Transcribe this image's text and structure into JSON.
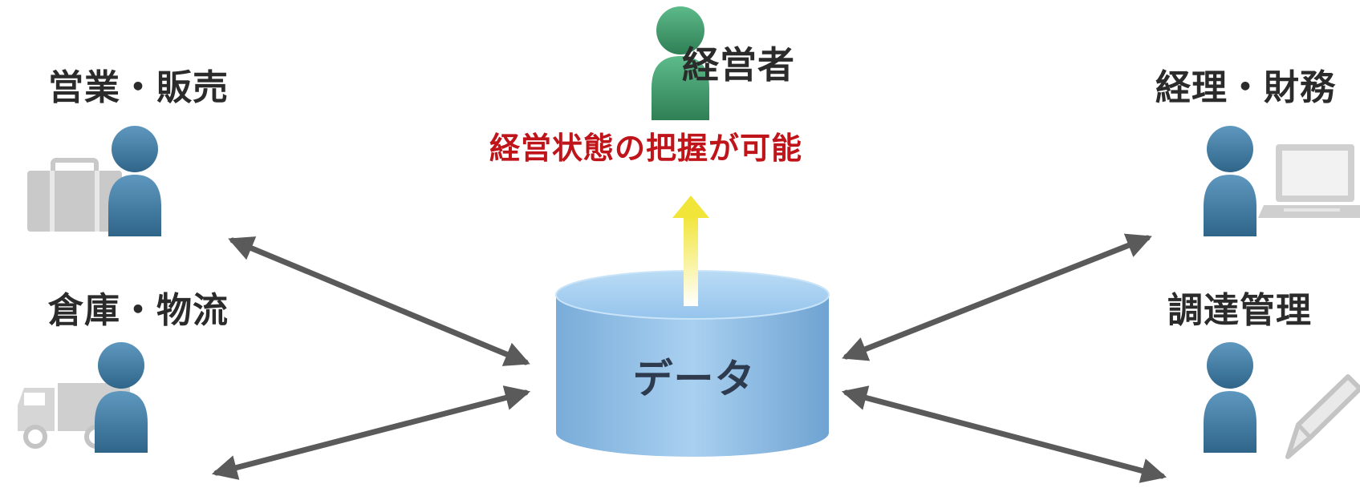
{
  "diagram": {
    "center": {
      "label": "データ"
    },
    "executive": {
      "label": "経営者",
      "benefit": "経営状態の把握が可能"
    },
    "departments": [
      {
        "label": "営業・販売",
        "icon": "briefcase-icon"
      },
      {
        "label": "倉庫・物流",
        "icon": "truck-icon"
      },
      {
        "label": "経理・財務",
        "icon": "laptop-icon"
      },
      {
        "label": "調達管理",
        "icon": "pencil-icon"
      }
    ]
  },
  "colors": {
    "person_blue": "#3f7aa3",
    "person_green": "#3e9b6b",
    "cylinder_blue": "#8fc0e8",
    "arrow_gray": "#5a5a5a",
    "benefit_red": "#c0141b",
    "arrow_yellow": "#f2e94a"
  }
}
